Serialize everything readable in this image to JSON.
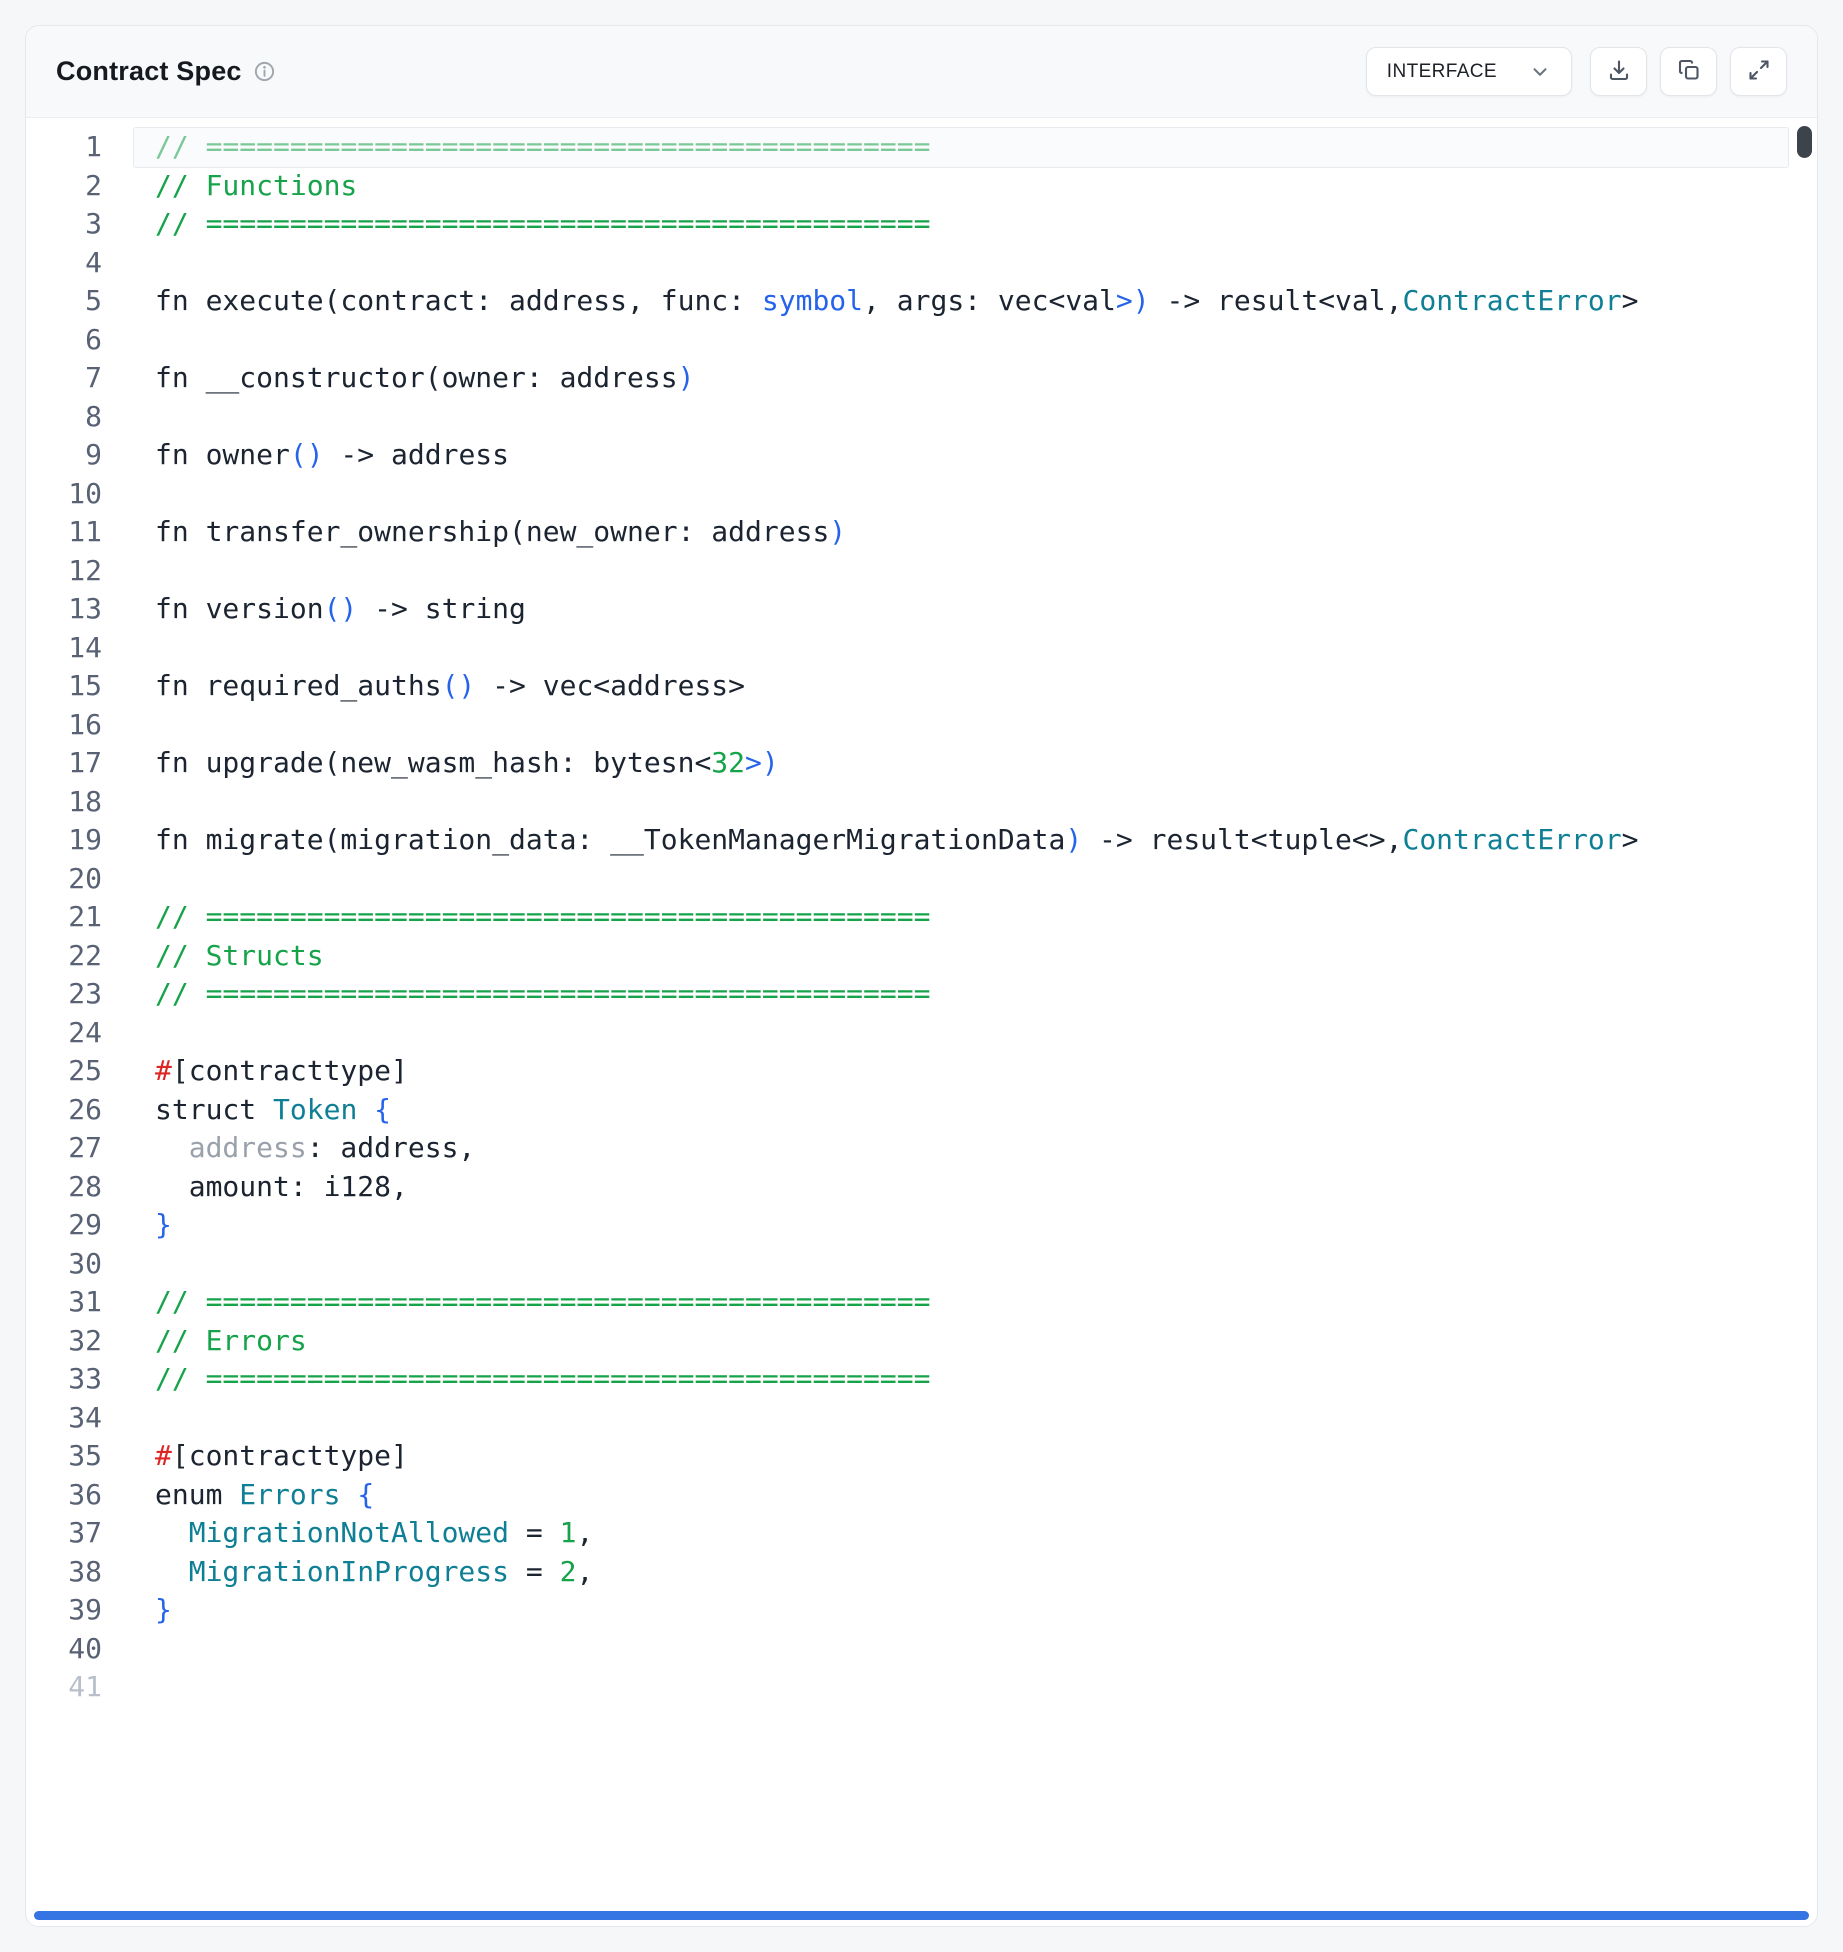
{
  "header": {
    "title": "Contract Spec",
    "info_icon": "info-icon",
    "format_selector": {
      "value": "INTERFACE",
      "chevron_icon": "chevron-down-icon"
    },
    "actions": [
      {
        "label": "download",
        "icon": "download-icon"
      },
      {
        "label": "copy",
        "icon": "copy-icon"
      },
      {
        "label": "expand",
        "icon": "expand-icon"
      }
    ]
  },
  "colors": {
    "plain": "#1b2430",
    "comment": "#16a34a",
    "blue": "#2563eb",
    "teal": "#0e7f94",
    "red": "#dc2626",
    "num": "#16a34a",
    "gray": "#9aa1ab",
    "ln": "#586274",
    "ln-dim": "#b8bfca",
    "scroll-dark": "#3d434b",
    "scroll-blue": "#3575e3"
  },
  "code": {
    "lines": [
      {
        "n": 1,
        "active": true,
        "tokens": [
          {
            "c": "cm",
            "t": "// ==========================================="
          }
        ]
      },
      {
        "n": 2,
        "tokens": [
          {
            "c": "cm",
            "t": "// Functions"
          }
        ]
      },
      {
        "n": 3,
        "tokens": [
          {
            "c": "cm",
            "t": "// ==========================================="
          }
        ]
      },
      {
        "n": 4,
        "tokens": []
      },
      {
        "n": 5,
        "tokens": [
          {
            "c": "pl",
            "t": "fn execute(contract: address, func: "
          },
          {
            "c": "bl",
            "t": "symbol"
          },
          {
            "c": "pl",
            "t": ", args: vec<val"
          },
          {
            "c": "bl",
            "t": ">)"
          },
          {
            "c": "pl",
            "t": " -> result<val,"
          },
          {
            "c": "ty",
            "t": "ContractError"
          },
          {
            "c": "pl",
            "t": ">"
          }
        ]
      },
      {
        "n": 6,
        "tokens": []
      },
      {
        "n": 7,
        "tokens": [
          {
            "c": "pl",
            "t": "fn __constructor(owner: address"
          },
          {
            "c": "bl",
            "t": ")"
          }
        ]
      },
      {
        "n": 8,
        "tokens": []
      },
      {
        "n": 9,
        "tokens": [
          {
            "c": "pl",
            "t": "fn owner"
          },
          {
            "c": "bl",
            "t": "()"
          },
          {
            "c": "pl",
            "t": " -> address"
          }
        ]
      },
      {
        "n": 10,
        "tokens": []
      },
      {
        "n": 11,
        "tokens": [
          {
            "c": "pl",
            "t": "fn transfer_ownership(new_owner: address"
          },
          {
            "c": "bl",
            "t": ")"
          }
        ]
      },
      {
        "n": 12,
        "tokens": []
      },
      {
        "n": 13,
        "tokens": [
          {
            "c": "pl",
            "t": "fn version"
          },
          {
            "c": "bl",
            "t": "()"
          },
          {
            "c": "pl",
            "t": " -> string"
          }
        ]
      },
      {
        "n": 14,
        "tokens": []
      },
      {
        "n": 15,
        "tokens": [
          {
            "c": "pl",
            "t": "fn required_auths"
          },
          {
            "c": "bl",
            "t": "()"
          },
          {
            "c": "pl",
            "t": " -> vec<address>"
          }
        ]
      },
      {
        "n": 16,
        "tokens": []
      },
      {
        "n": 17,
        "tokens": [
          {
            "c": "pl",
            "t": "fn upgrade(new_wasm_hash: bytesn<"
          },
          {
            "c": "nm",
            "t": "32"
          },
          {
            "c": "bl",
            "t": ">)"
          }
        ]
      },
      {
        "n": 18,
        "tokens": []
      },
      {
        "n": 19,
        "tokens": [
          {
            "c": "pl",
            "t": "fn migrate(migration_data: __TokenManagerMigrationData"
          },
          {
            "c": "bl",
            "t": ")"
          },
          {
            "c": "pl",
            "t": " -> result<tuple<>,"
          },
          {
            "c": "ty",
            "t": "ContractError"
          },
          {
            "c": "pl",
            "t": ">"
          }
        ]
      },
      {
        "n": 20,
        "tokens": []
      },
      {
        "n": 21,
        "tokens": [
          {
            "c": "cm",
            "t": "// ==========================================="
          }
        ]
      },
      {
        "n": 22,
        "tokens": [
          {
            "c": "cm",
            "t": "// Structs"
          }
        ]
      },
      {
        "n": 23,
        "tokens": [
          {
            "c": "cm",
            "t": "// ==========================================="
          }
        ]
      },
      {
        "n": 24,
        "tokens": []
      },
      {
        "n": 25,
        "tokens": [
          {
            "c": "rd",
            "t": "#"
          },
          {
            "c": "pl",
            "t": "[contracttype]"
          }
        ]
      },
      {
        "n": 26,
        "tokens": [
          {
            "c": "pl",
            "t": "struct "
          },
          {
            "c": "ty",
            "t": "Token"
          },
          {
            "c": "pl",
            "t": " "
          },
          {
            "c": "bl",
            "t": "{"
          }
        ]
      },
      {
        "n": 27,
        "tokens": [
          {
            "c": "gy",
            "t": "  address"
          },
          {
            "c": "pl",
            "t": ": address,"
          }
        ]
      },
      {
        "n": 28,
        "tokens": [
          {
            "c": "pl",
            "t": "  amount: i128,"
          }
        ]
      },
      {
        "n": 29,
        "tokens": [
          {
            "c": "bl",
            "t": "}"
          }
        ]
      },
      {
        "n": 30,
        "tokens": []
      },
      {
        "n": 31,
        "tokens": [
          {
            "c": "cm",
            "t": "// ==========================================="
          }
        ]
      },
      {
        "n": 32,
        "tokens": [
          {
            "c": "cm",
            "t": "// Errors"
          }
        ]
      },
      {
        "n": 33,
        "tokens": [
          {
            "c": "cm",
            "t": "// ==========================================="
          }
        ]
      },
      {
        "n": 34,
        "tokens": []
      },
      {
        "n": 35,
        "tokens": [
          {
            "c": "rd",
            "t": "#"
          },
          {
            "c": "pl",
            "t": "[contracttype]"
          }
        ]
      },
      {
        "n": 36,
        "tokens": [
          {
            "c": "pl",
            "t": "enum "
          },
          {
            "c": "ty",
            "t": "Errors"
          },
          {
            "c": "pl",
            "t": " "
          },
          {
            "c": "bl",
            "t": "{"
          }
        ]
      },
      {
        "n": 37,
        "tokens": [
          {
            "c": "ty",
            "t": "  MigrationNotAllowed"
          },
          {
            "c": "pl",
            "t": " = "
          },
          {
            "c": "nm",
            "t": "1"
          },
          {
            "c": "pl",
            "t": ","
          }
        ]
      },
      {
        "n": 38,
        "tokens": [
          {
            "c": "ty",
            "t": "  MigrationInProgress"
          },
          {
            "c": "pl",
            "t": " = "
          },
          {
            "c": "nm",
            "t": "2"
          },
          {
            "c": "pl",
            "t": ","
          }
        ]
      },
      {
        "n": 39,
        "tokens": [
          {
            "c": "bl",
            "t": "}"
          }
        ]
      },
      {
        "n": 40,
        "tokens": []
      },
      {
        "n": 41,
        "dim": true,
        "tokens": []
      }
    ]
  }
}
